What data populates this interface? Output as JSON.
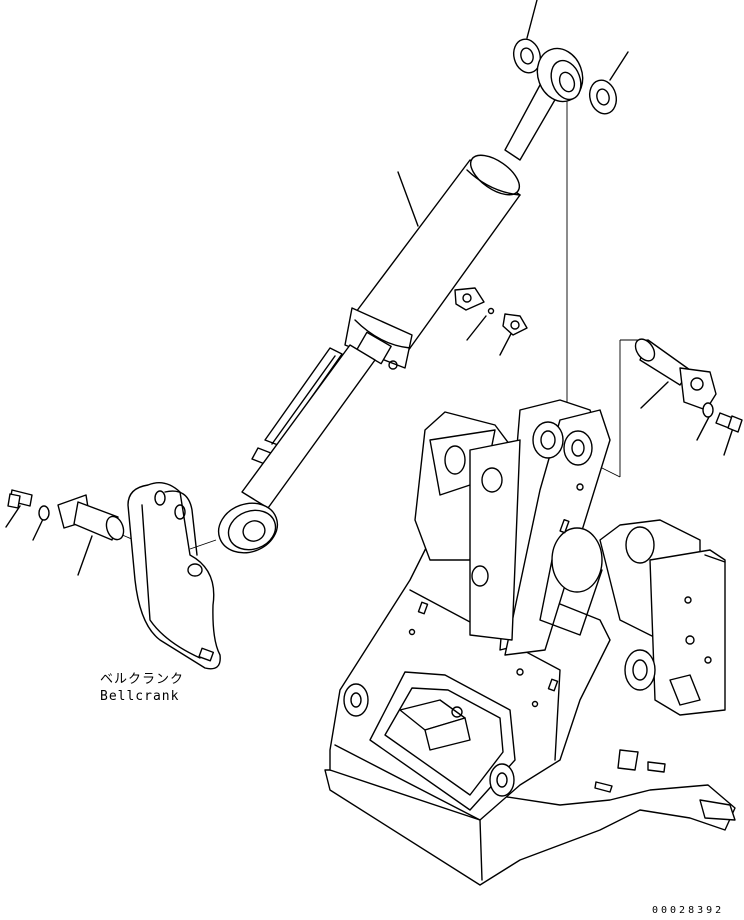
{
  "labels": {
    "part_jp": "ベルクランク",
    "part_en": "Bellcrank",
    "drawing_code": "00028392"
  }
}
